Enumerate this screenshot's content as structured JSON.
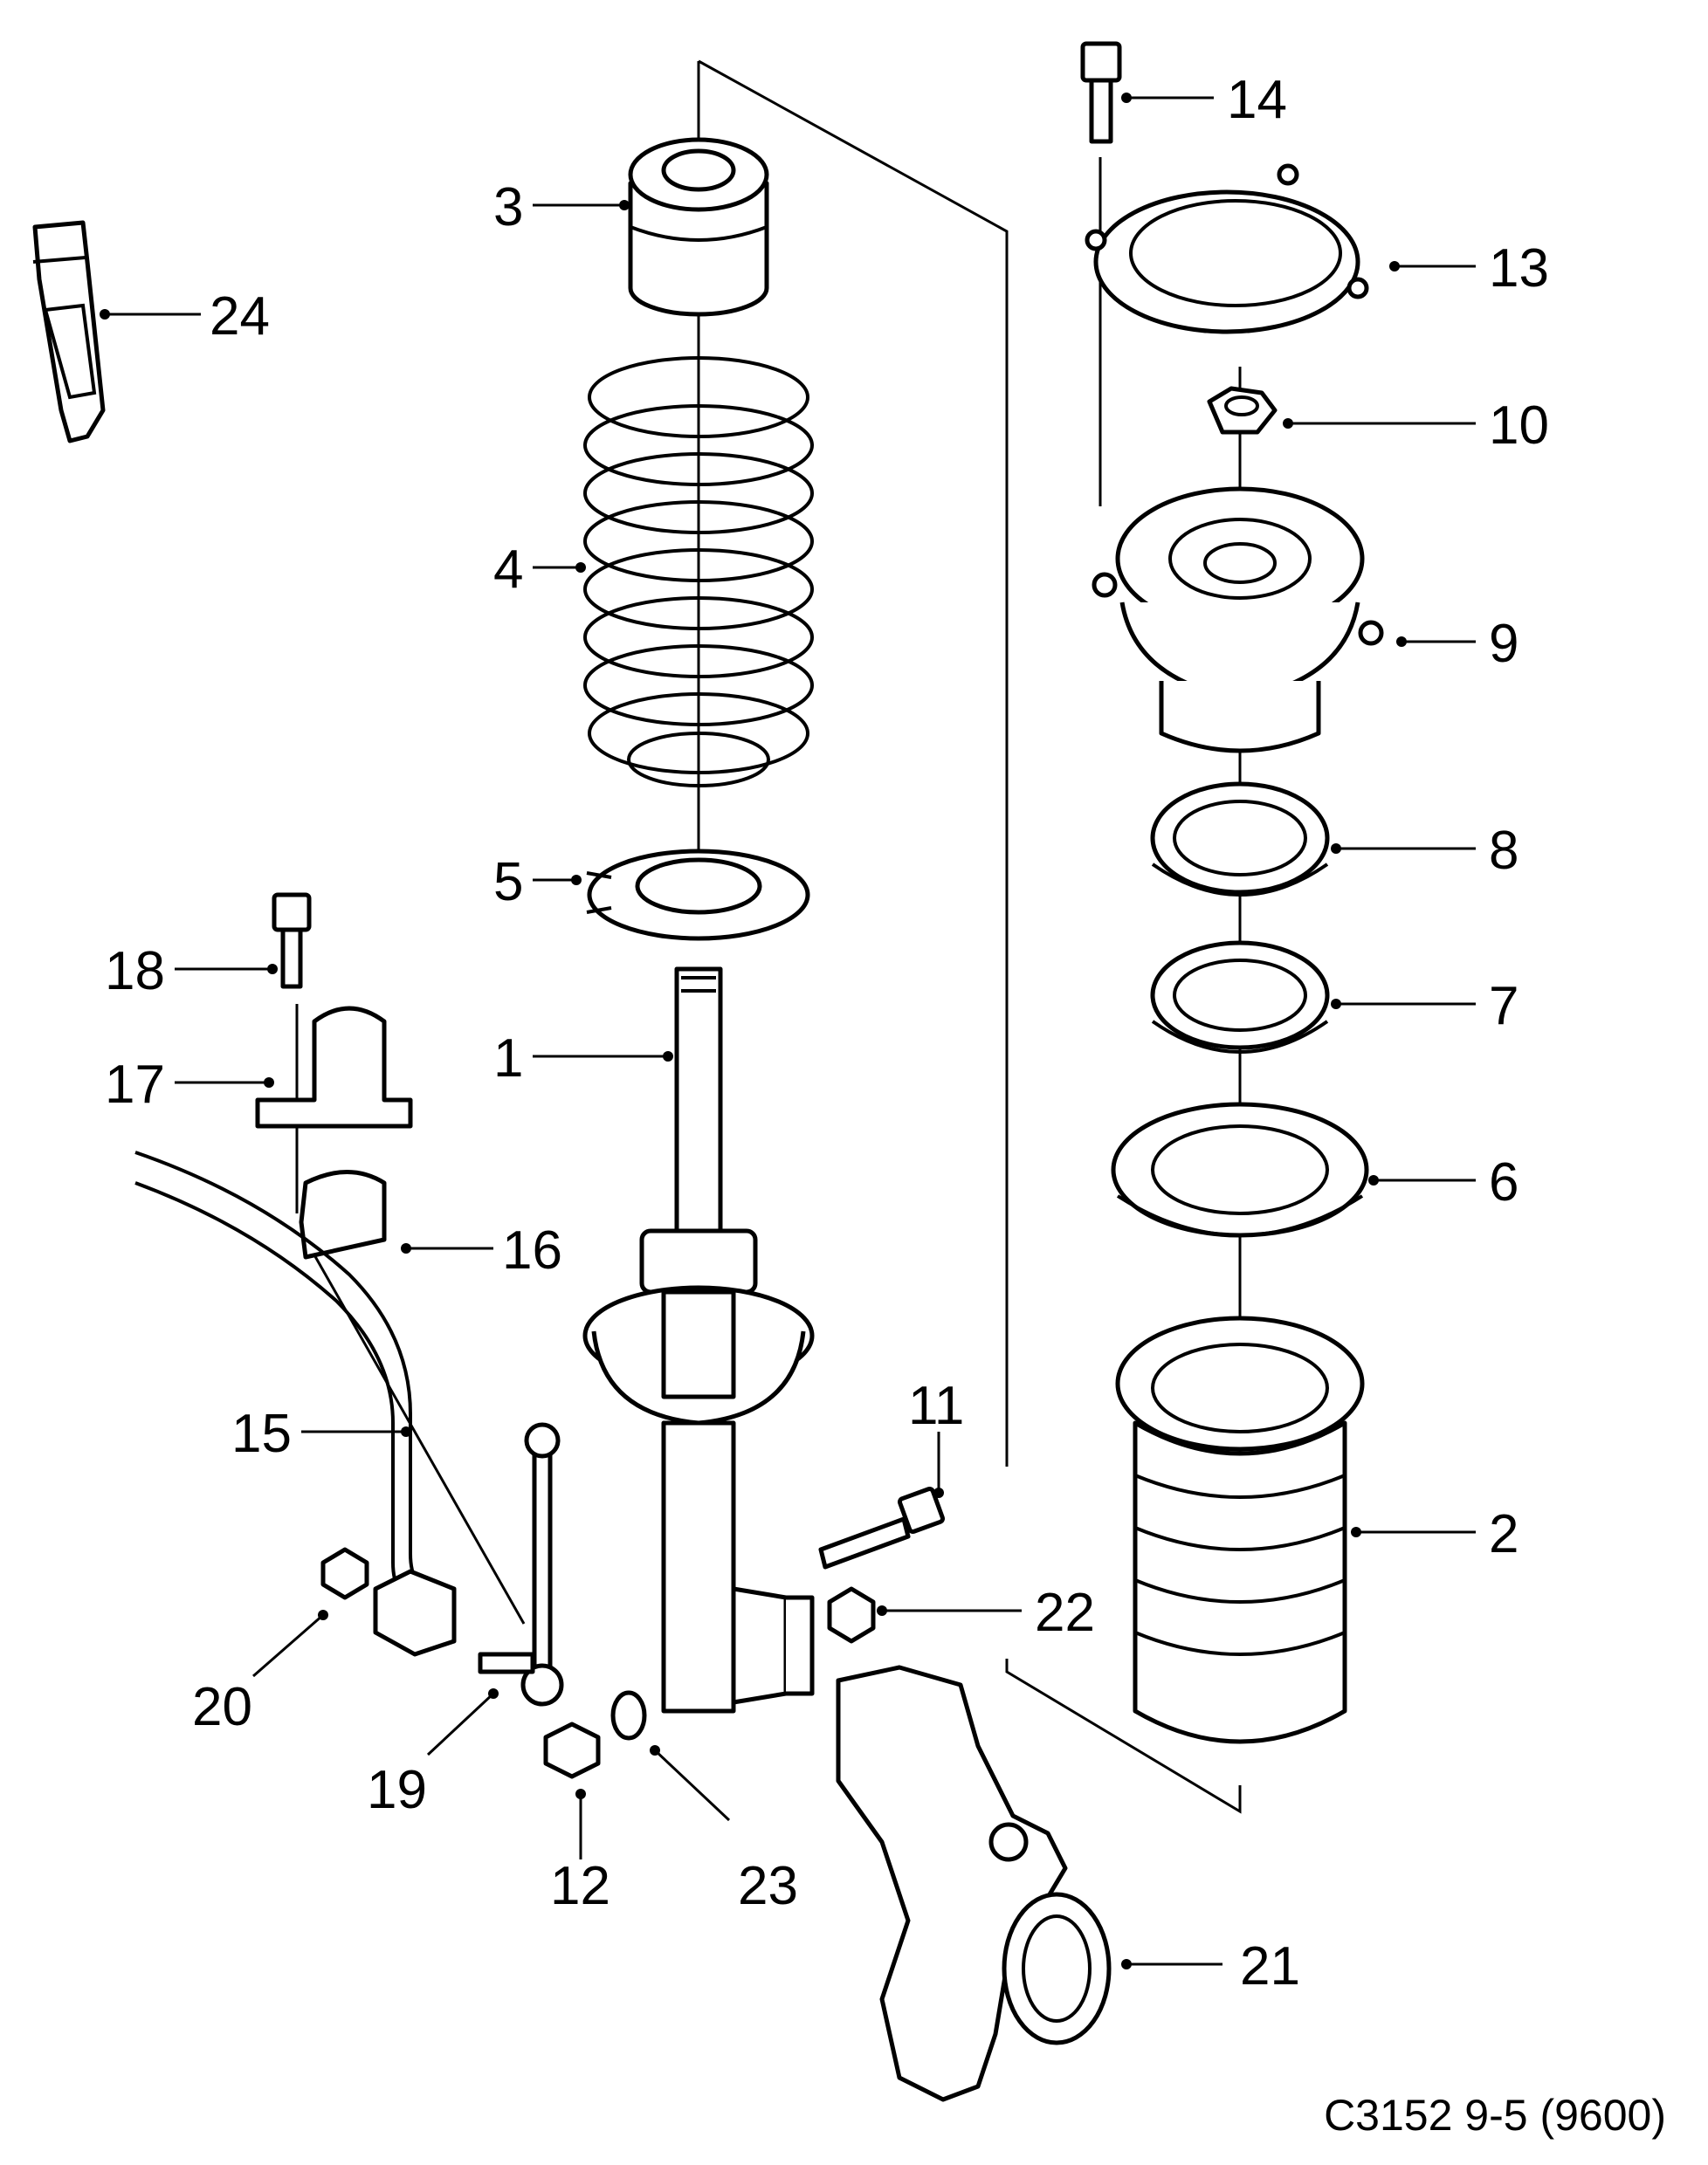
{
  "diagram": {
    "caption": "C3152 9-5 (9600)",
    "callouts": [
      {
        "id": "1",
        "text": "1"
      },
      {
        "id": "2",
        "text": "2"
      },
      {
        "id": "3",
        "text": "3"
      },
      {
        "id": "4",
        "text": "4"
      },
      {
        "id": "5",
        "text": "5"
      },
      {
        "id": "6",
        "text": "6"
      },
      {
        "id": "7",
        "text": "7"
      },
      {
        "id": "8",
        "text": "8"
      },
      {
        "id": "9",
        "text": "9"
      },
      {
        "id": "10",
        "text": "10"
      },
      {
        "id": "11",
        "text": "11"
      },
      {
        "id": "12",
        "text": "12"
      },
      {
        "id": "13",
        "text": "13"
      },
      {
        "id": "14",
        "text": "14"
      },
      {
        "id": "15",
        "text": "15"
      },
      {
        "id": "16",
        "text": "16"
      },
      {
        "id": "17",
        "text": "17"
      },
      {
        "id": "18",
        "text": "18"
      },
      {
        "id": "19",
        "text": "19"
      },
      {
        "id": "20",
        "text": "20"
      },
      {
        "id": "21",
        "text": "21"
      },
      {
        "id": "22",
        "text": "22"
      },
      {
        "id": "23",
        "text": "23"
      },
      {
        "id": "24",
        "text": "24"
      }
    ]
  }
}
